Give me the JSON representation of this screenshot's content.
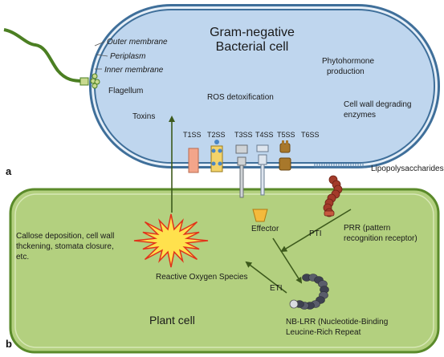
{
  "panels": {
    "a": "a",
    "b": "b"
  },
  "bacterium": {
    "title_line1": "Gram-negative",
    "title_line2": "Bacterial cell",
    "membrane_labels": {
      "outer": "Outer membrane",
      "periplasm": "Periplasm",
      "inner": "Inner membrane"
    },
    "flagellum": "Flagellum",
    "toxins": "Toxins",
    "ros_detox": "ROS detoxification",
    "phytohormone_line1": "Phytohormone",
    "phytohormone_line2": "production",
    "cwde_line1": "Cell wall degrading",
    "cwde_line2": "enzymes",
    "secretion_systems": [
      "T1SS",
      "T2SS",
      "T3SS",
      "T4SS",
      "T5SS",
      "T6SS"
    ],
    "lps": "Lipopolysaccharides"
  },
  "plant": {
    "title": "Plant cell",
    "callose_line1": "Callose deposition, cell wall",
    "callose_line2": "thckening, stomata closure,",
    "callose_line3": "etc.",
    "ros": "Reactive Oxygen Species",
    "effector": "Effector",
    "pti": "PTI",
    "eti": "ETI",
    "prr_line1": "PRR (pattern",
    "prr_line2": "recognition receptor)",
    "nblrr_line1": "NB-LRR (Nucleotide-Binding",
    "nblrr_line2": "Leucine-Rich Repeat"
  },
  "colors": {
    "bacterium_fill": "#bfd6ee",
    "bacterium_stroke": "#3f6f9a",
    "plant_fill": "#b3d07f",
    "plant_stroke": "#5a8a2a",
    "arrow": "#3d5a1c",
    "burst_fill": "#ffe14d",
    "burst_stroke": "#e0331a",
    "prr": "#a33b2a",
    "nblrr": "#4d4f5c"
  }
}
